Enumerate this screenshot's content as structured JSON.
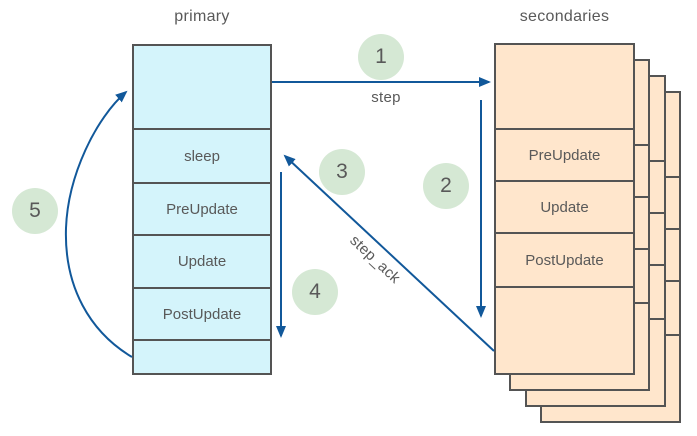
{
  "primary": {
    "title": "primary",
    "rows": [
      "",
      "sleep",
      "PreUpdate",
      "Update",
      "PostUpdate",
      ""
    ]
  },
  "secondaries": {
    "title": "secondaries",
    "rows": [
      "",
      "PreUpdate",
      "Update",
      "PostUpdate",
      ""
    ],
    "stack_count": 4
  },
  "edges": {
    "step": {
      "label": "step",
      "badge": "1"
    },
    "secondaries_run": {
      "badge": "2"
    },
    "step_ack": {
      "label": "step_ack",
      "badge": "3"
    },
    "primary_run": {
      "badge": "4"
    },
    "loop_back": {
      "badge": "5"
    }
  },
  "colors": {
    "primary_fill": "#d4f4fb",
    "secondaries_fill": "#ffe6cc",
    "box_border": "#545454",
    "arrow": "#11589a",
    "badge_fill": "#d5e8d4",
    "text": "#595959",
    "background": "#ffffff"
  }
}
